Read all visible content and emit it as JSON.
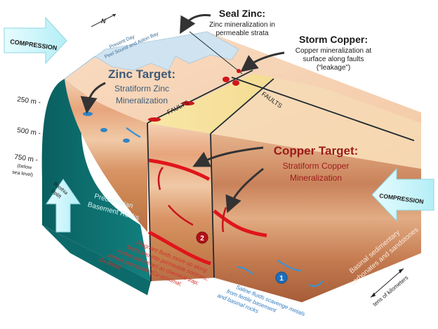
{
  "diagram": {
    "type": "geological-block-diagram",
    "colors": {
      "teal": "#0f7a78",
      "teal_dark": "#0a5a5a",
      "sea": "#cfe3f0",
      "surface": "#f6d3b5",
      "fault_block_top": "#f7e3a1",
      "strata_light": "#f0c9a6",
      "strata_mid": "#d8936a",
      "strata_dark": "#b86d45",
      "mineral_red": "#e0151b",
      "fluid_blue": "#2e86c8",
      "arrow_cyan": "#cdf7fb",
      "zinc_text": "#3e5b78",
      "copper_text": "#9c1a1a",
      "pregnant_text": "#d0332f",
      "saline_text": "#2e7abf",
      "basin_text": "#f9e8da"
    },
    "compression_left": "COMPRESSION",
    "compression_right": "COMPRESSION",
    "north_symbol": "N",
    "sea_label": {
      "line1": "Present Day",
      "line2": "Peel Sound and Aston Bay"
    },
    "seal_zinc": {
      "title": "Seal Zinc:",
      "line1": "Zinc mineralization in",
      "line2": "permeable strata"
    },
    "storm_copper": {
      "title": "Storm Copper:",
      "line1": "Copper mineralization at",
      "line2": "surface along faults",
      "line3": "(“leakage”)"
    },
    "zinc_target": {
      "title": "Zinc Target:",
      "line1": "Stratiform Zinc",
      "line2": "Mineralization"
    },
    "copper_target": {
      "title": "Copper Target:",
      "line1": "Stratiform Copper",
      "line2": "Mineralization"
    },
    "faults_left": "FAULTS",
    "faults_right": "FAULTS",
    "depth_scale": {
      "d250": "250 m -",
      "d500": "500 m -",
      "d750": "750 m -",
      "below1": "(below",
      "below2": "sea level)"
    },
    "boothia": {
      "line1": "Boothia",
      "line2": "Uplift"
    },
    "precambrian": {
      "line1": "Precambrian",
      "line2": "Basement Rocks"
    },
    "basinal": {
      "line1": "Basinal sedimentary",
      "line2": "carbonates and sandstones"
    },
    "scale_label": "tens of kilometers",
    "marker1": "1",
    "marker2": "2",
    "pregnant_fluids": {
      "line1": "Pregnant fluids move up along",
      "line2": "faults and into permeable horizons;",
      "line3": "hydrocarbons act as chemical trap;",
      "line4": "metals precipitate (Cu proximal,",
      "line5": "Zn distal)"
    },
    "saline_fluids": {
      "line1": "Saline fluids scavenge metals",
      "line2": "from fertile basement",
      "line3": "and basinal rocks"
    }
  }
}
